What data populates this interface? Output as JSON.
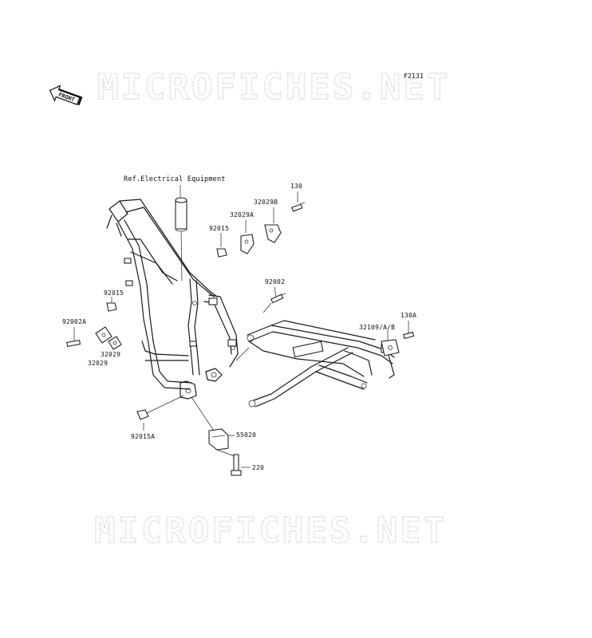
{
  "diagram": {
    "figure_code": "F2131",
    "watermark_top": "MICROFICHES.NET",
    "watermark_bottom": "MICROFICHES.NET",
    "front_arrow_label": "FRONT",
    "reference_note": "Ref.Electrical Equipment",
    "parts": {
      "p130": "130",
      "p32029B": "32029B",
      "p32029A": "32029A",
      "p92015_top": "92015",
      "p92002": "92002",
      "p92015_left": "92015",
      "p92002A": "92002A",
      "p32029_a": "32029",
      "p32029_b": "32029",
      "p32109": "32109/A/B",
      "p130A": "130A",
      "p92015A": "92015A",
      "p55020": "55020",
      "p220": "220"
    }
  }
}
